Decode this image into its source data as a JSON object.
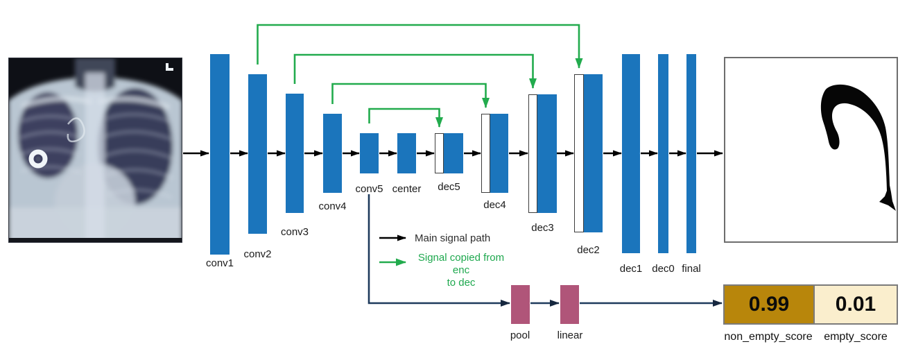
{
  "diagram": {
    "layers": [
      {
        "label": "conv1"
      },
      {
        "label": "conv2"
      },
      {
        "label": "conv3"
      },
      {
        "label": "conv4"
      },
      {
        "label": "conv5"
      },
      {
        "label": "center"
      },
      {
        "label": "dec5"
      },
      {
        "label": "dec4"
      },
      {
        "label": "dec3"
      },
      {
        "label": "dec2"
      },
      {
        "label": "dec1"
      },
      {
        "label": "dec0"
      },
      {
        "label": "final"
      }
    ],
    "skip_connections": [
      {
        "from": "conv2",
        "to": "dec2"
      },
      {
        "from": "conv3",
        "to": "dec3"
      },
      {
        "from": "conv4",
        "to": "dec4"
      },
      {
        "from": "conv5",
        "to": "dec5"
      }
    ],
    "legend": {
      "main_signal_label": "Main signal path",
      "skip_signal_label_line1": "Signal copied from enc",
      "skip_signal_label_line2": "to dec"
    },
    "classifier_branch": {
      "pool_label": "pool",
      "linear_label": "linear",
      "scores": [
        {
          "label": "non_empty_score",
          "value": "0.99"
        },
        {
          "label": "empty_score",
          "value": "0.01"
        }
      ]
    },
    "colors": {
      "layer_blue": "#1b75bc",
      "skip_green": "#22ab4d",
      "main_arrow_black": "#000000",
      "classifier_navy": "#1e3a5c",
      "pool_linear_purple": "#b05579",
      "non_empty_gold": "#b8860b",
      "empty_cream": "#faeecd"
    }
  }
}
